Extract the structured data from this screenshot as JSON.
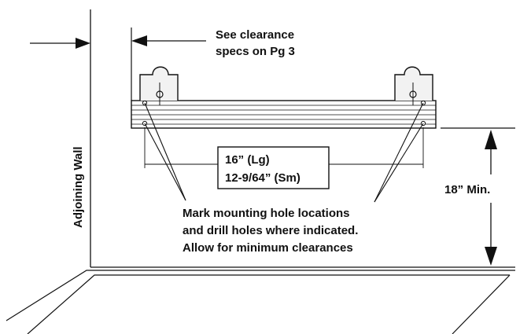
{
  "labels": {
    "adjoining_wall": "Adjoining Wall",
    "clearance_line1": "See clearance",
    "clearance_line2": "specs on Pg 3",
    "size_large": "16” (Lg)",
    "size_small": "12-9/64” (Sm)",
    "height_min": "18” Min.",
    "instruction_line1": "Mark mounting hole locations",
    "instruction_line2": "and drill holes where indicated.",
    "instruction_line3": "Allow for minimum clearances"
  },
  "colors": {
    "ink": "#111111",
    "background": "#ffffff",
    "bracket_shade": "#f2f2f2"
  }
}
